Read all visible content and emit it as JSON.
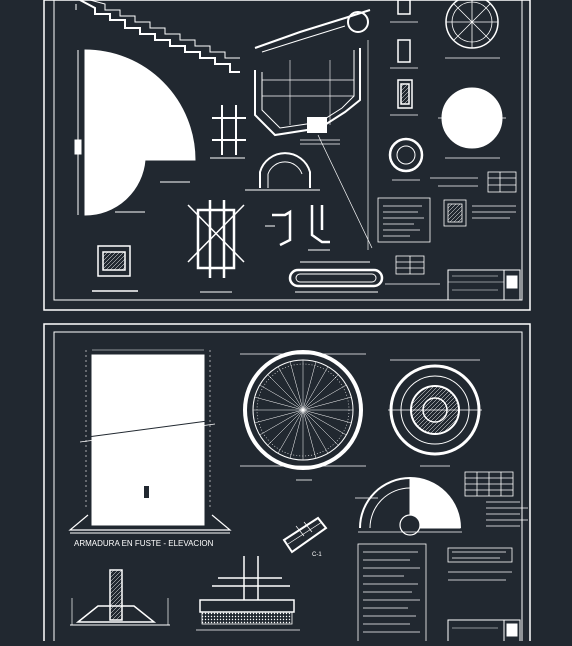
{
  "viewer": {
    "background": "#212830",
    "line_color": "#ffffff",
    "dim_color": "#cfd8dc"
  },
  "sheets": [
    {
      "name": "sheet-1",
      "labels": []
    },
    {
      "name": "sheet-2",
      "labels": [
        {
          "key": "elevation_title",
          "text": "ARMADURA EN FUSTE - ELEVACION"
        },
        {
          "key": "section_tag",
          "text": "C-1"
        }
      ]
    }
  ]
}
